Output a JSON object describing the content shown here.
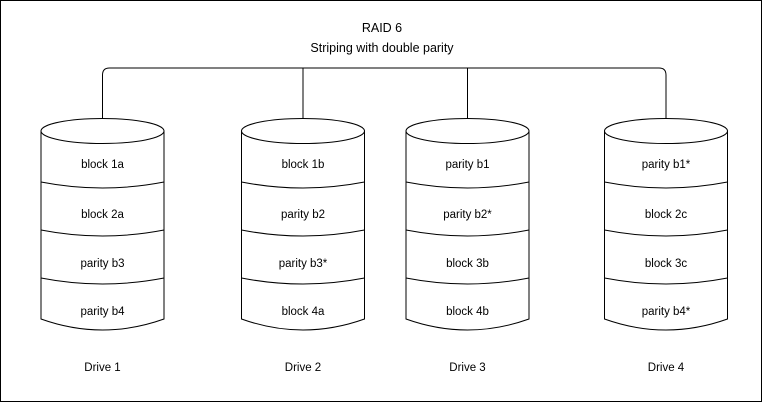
{
  "diagram": {
    "title_line1": "RAID 6",
    "title_line2": "Striping with double parity",
    "border_color": "#000000",
    "background_color": "#ffffff",
    "stroke_color": "#000000",
    "drives": [
      {
        "label": "Drive 1",
        "blocks": [
          "block 1a",
          "block 2a",
          "parity b3",
          "parity b4"
        ]
      },
      {
        "label": "Drive 2",
        "blocks": [
          "block 1b",
          "parity b2",
          "parity b3*",
          "block 4a"
        ]
      },
      {
        "label": "Drive 3",
        "blocks": [
          "parity b1",
          "parity b2*",
          "block 3b",
          "block 4b"
        ]
      },
      {
        "label": "Drive 4",
        "blocks": [
          "parity b1*",
          "block 2c",
          "block 3c",
          "parity b4*"
        ]
      }
    ]
  }
}
